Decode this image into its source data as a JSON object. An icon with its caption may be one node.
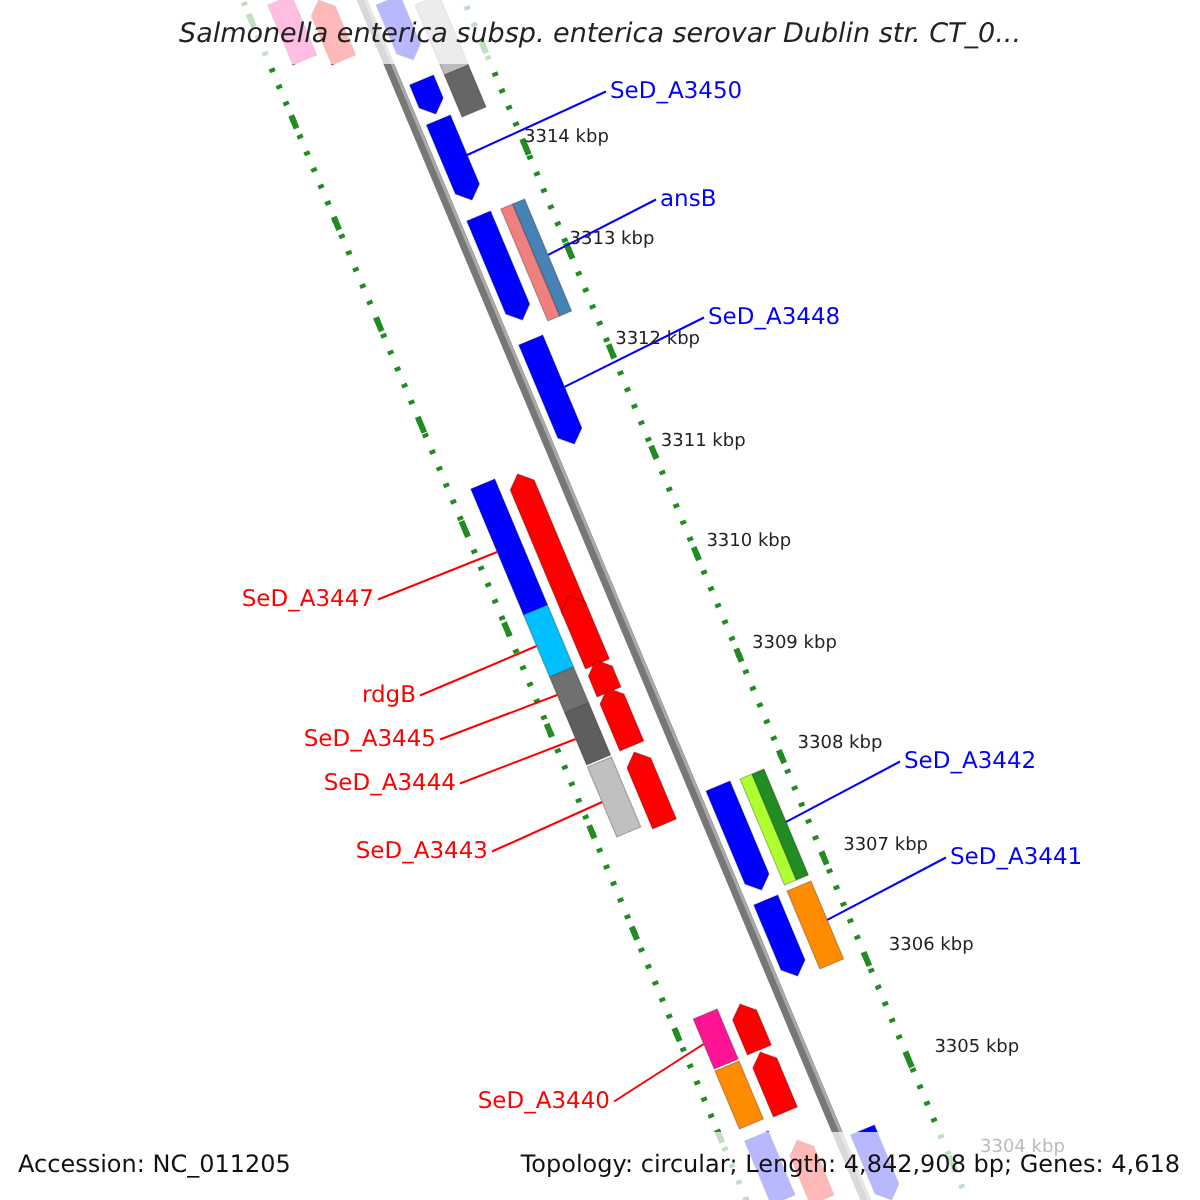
{
  "diagram": {
    "title": "Salmonella enterica subsp. enterica serovar Dublin str. CT_0...",
    "nodes": [
      {
        "text": [
          "SeD_A3450"
        ]
      },
      {
        "text": [
          "ansB"
        ]
      },
      {
        "text": [
          "SeD_A3448"
        ]
      },
      {
        "text": [
          "SeD_A3447"
        ]
      },
      {
        "text": [
          "rdgB"
        ]
      },
      {
        "text": [
          "SeD_A3445"
        ]
      },
      {
        "text": [
          "SeD_A3442"
        ]
      },
      {
        "text": [
          "SeD_A3444"
        ]
      },
      {
        "text": [
          "SeD_A3443"
        ]
      },
      {
        "text": [
          "SeD_A3441"
        ]
      },
      {
        "text": [
          "SeD_A3440"
        ]
      },
      {
        "text": [],
        "shape": "bar"
      },
      {
        "text": [],
        "shape": "bar"
      },
      {
        "text": [],
        "shape": "bar"
      },
      {
        "text": [],
        "shape": "bar"
      },
      {
        "text": [],
        "shape": "bar"
      },
      {
        "text": [],
        "shape": "bar"
      },
      {
        "text": [],
        "shape": "bar"
      },
      {
        "text": [],
        "shape": "bar"
      },
      {
        "text": [],
        "shape": "bar"
      },
      {
        "text": [],
        "shape": "bar"
      },
      {
        "text": [],
        "shape": "bar"
      },
      {
        "text": [],
        "shape": "bar"
      },
      {
        "text": [],
        "shape": "bar"
      },
      {
        "text": [],
        "shape": "bar"
      },
      {
        "text": [],
        "shape": "bar"
      },
      {
        "text": [],
        "shape": "bar"
      },
      {
        "text": [],
        "shape": "bar"
      },
      {
        "text": [],
        "shape": "bar"
      },
      {
        "text": [],
        "shape": "bar"
      },
      {
        "text": [],
        "shape": "bar"
      },
      {
        "text": [],
        "shape": "bar"
      },
      {
        "text": [],
        "shape": "bar"
      },
      {
        "text": [],
        "shape": "bar"
      },
      {
        "text": [],
        "shape": "bar"
      },
      {
        "text": [],
        "shape": "bar"
      },
      {
        "text": [],
        "shape": "bar"
      },
      {
        "text": [],
        "shape": "bar"
      },
      {
        "text": [],
        "shape": "bar"
      },
      {
        "text": [],
        "shape": "bar"
      },
      {
        "text": [],
        "shape": "bar"
      },
      {
        "text": [],
        "shape": "bar"
      }
    ],
    "edges": [
      {
        "from": 0,
        "to": 17,
        "arrow": "none",
        "color": "#0000ff"
      },
      {
        "from": 1,
        "to": 18,
        "arrow": "none",
        "color": "#0000ff"
      },
      {
        "from": 2,
        "to": 20,
        "arrow": "none",
        "color": "#0000ff"
      },
      {
        "from": 3,
        "to": 22,
        "arrow": "none"
      },
      {
        "from": 4,
        "to": 24,
        "arrow": "none"
      },
      {
        "from": 5,
        "to": 26,
        "arrow": "none"
      },
      {
        "from": 6,
        "to": 31,
        "arrow": "none",
        "color": "#0000ff"
      },
      {
        "from": 7,
        "to": 28,
        "arrow": "none"
      },
      {
        "from": 8,
        "to": 30,
        "arrow": "none"
      },
      {
        "from": 9,
        "to": 33,
        "arrow": "none",
        "color": "#0000ff"
      },
      {
        "from": 10,
        "to": 36,
        "arrow": "none"
      }
    ],
    "labels": [
      "3314 kbp",
      "3313 kbp",
      "3312 kbp",
      "3311 kbp",
      "3310 kbp",
      "3309 kbp",
      "3308 kbp",
      "3307 kbp",
      "3306 kbp",
      "3305 kbp",
      "3304 kbp",
      "Accession: NC_011205",
      "Topology: circular; Length: 4,842,908 bp; Genes: 4,618"
    ]
  }
}
